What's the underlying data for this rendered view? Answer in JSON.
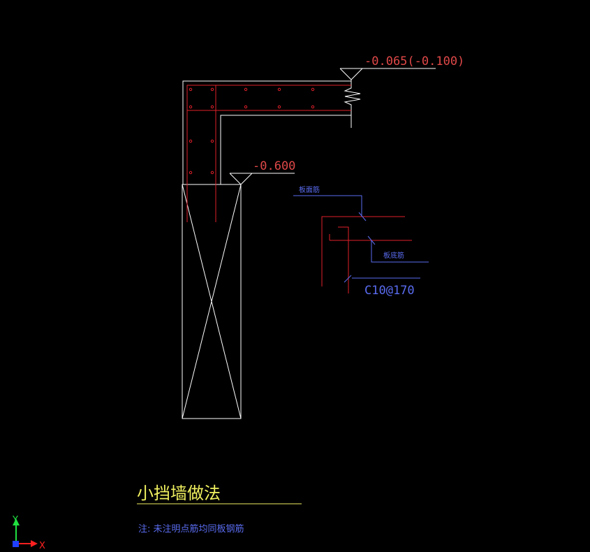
{
  "colors": {
    "background": "#000000",
    "outline": "#ffffff",
    "rebar": "#e0202a",
    "note_blue": "#5a6cf0",
    "title_yellow": "#f0f060",
    "axis_x": "#ff2020",
    "axis_y": "#20e040",
    "axis_origin": "#2040ff"
  },
  "elevations": {
    "top": "-0.065(-0.100)",
    "bottom": "-0.600"
  },
  "callouts": {
    "slab_top_bar": "板面筋",
    "slab_bottom_bar": "板底筋",
    "spacing": "C10@170"
  },
  "title": {
    "main": "小挡墙做法",
    "note": "注: 未注明点筋均同板钢筋"
  },
  "axis_icon": {
    "x_label": "X",
    "y_label": "Y"
  }
}
